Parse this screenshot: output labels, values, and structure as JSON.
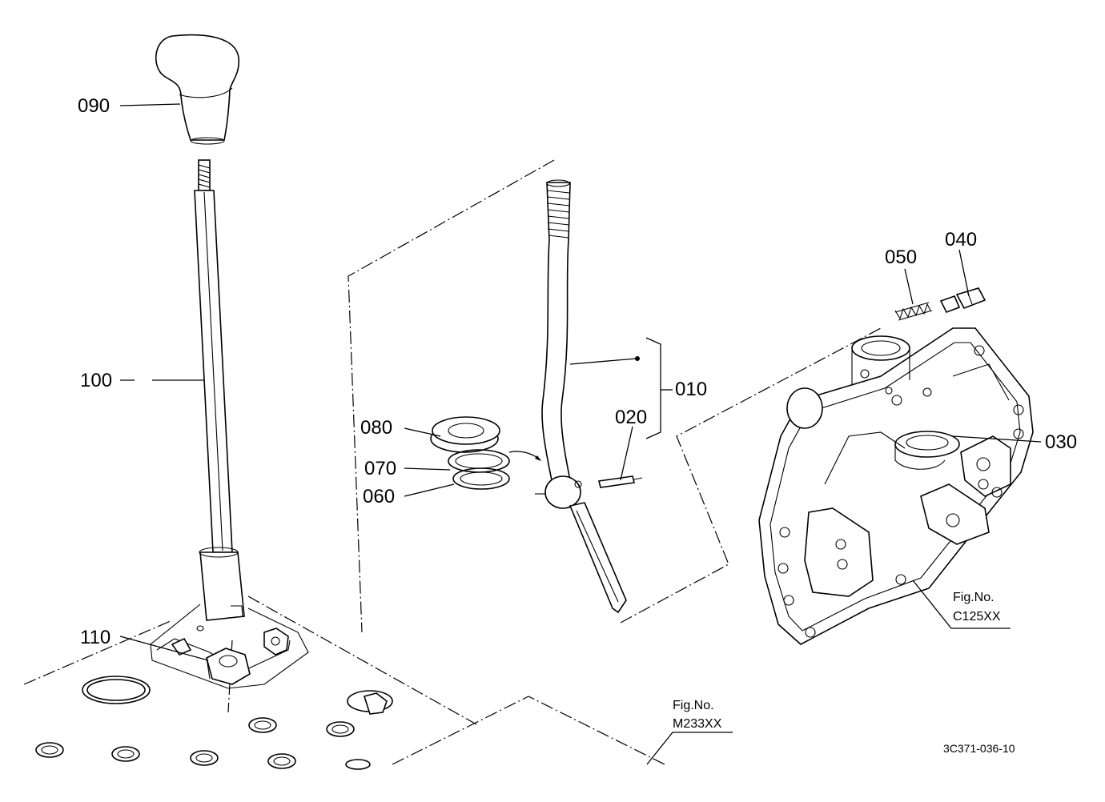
{
  "callouts": {
    "p010": "010",
    "p020": "020",
    "p030": "030",
    "p040": "040",
    "p050": "050",
    "p060": "060",
    "p070": "070",
    "p080": "080",
    "p090": "090",
    "p100": "100",
    "p110": "110"
  },
  "fig_refs": {
    "c125": {
      "label": "Fig.No.",
      "number": "C125XX"
    },
    "m233": {
      "label": "Fig.No.",
      "number": "M233XX"
    }
  },
  "drawing_code": "3C371-036-10"
}
